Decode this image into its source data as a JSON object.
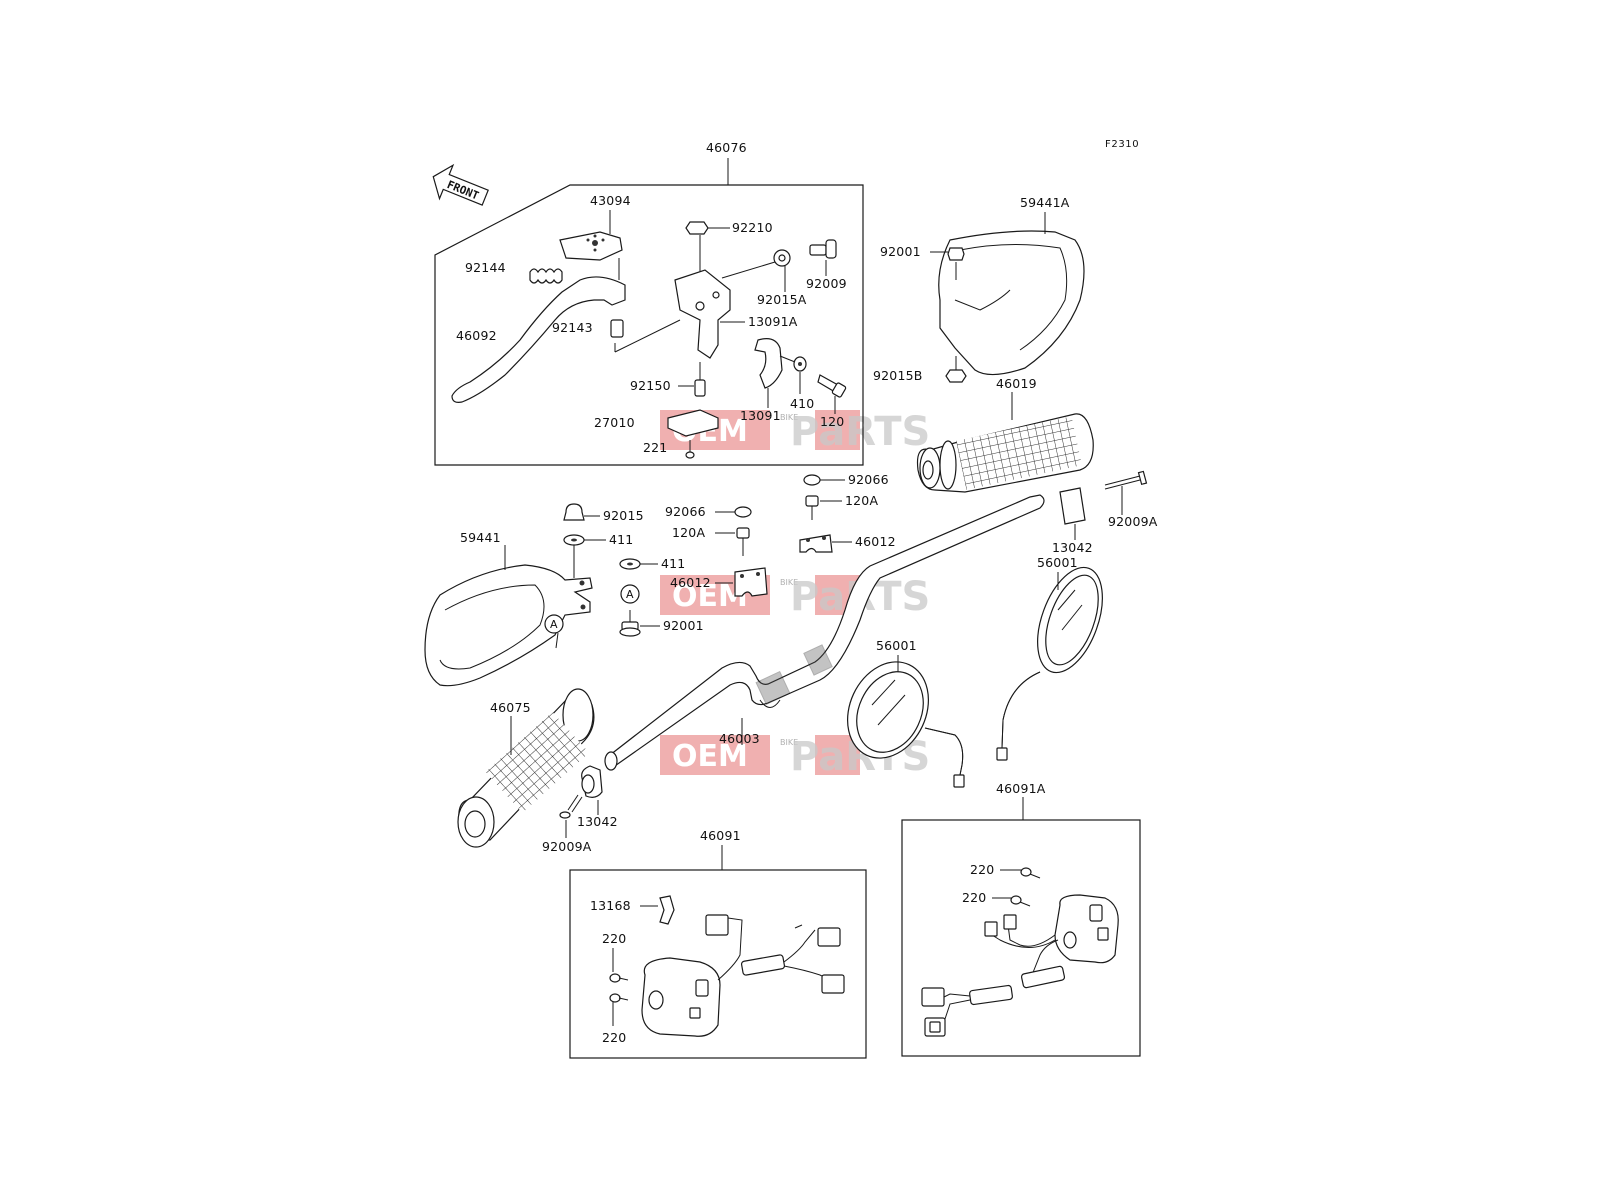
{
  "diagram": {
    "figure_code": "F2310",
    "front_label": "FRONT",
    "circle_marker": "A",
    "callouts": {
      "c46076": "46076",
      "c43094": "43094",
      "c92210": "92210",
      "c92009": "92009",
      "c92015A": "92015A",
      "c92144": "92144",
      "c92143": "92143",
      "c13091A": "13091A",
      "c46092": "46092",
      "c92150": "92150",
      "c410": "410",
      "c120": "120",
      "c13091": "13091",
      "c27010": "27010",
      "c221": "221",
      "c59441A": "59441A",
      "c92001_top": "92001",
      "c92015B": "92015B",
      "c46019": "46019",
      "c92066_right": "92066",
      "c120A_right": "120A",
      "c46012_right": "46012",
      "c13042_right": "13042",
      "c92009A_right": "92009A",
      "c92015": "92015",
      "c411_a": "411",
      "c411_b": "411",
      "c92066_mid": "92066",
      "c120A_mid": "120A",
      "c46012_mid": "46012",
      "c59441": "59441",
      "c92001_mid": "92001",
      "c56001_right": "56001",
      "c56001_mid": "56001",
      "c46075": "46075",
      "c46003": "46003",
      "c13042_left": "13042",
      "c92009A_left": "92009A",
      "c46091A": "46091A",
      "c46091": "46091",
      "c13168": "13168",
      "c220_a": "220",
      "c220_b": "220",
      "c220_c": "220",
      "c220_d": "220"
    },
    "watermark": {
      "oem": "OEM",
      "bike": "BIKE",
      "parts": "PaRTS"
    }
  }
}
